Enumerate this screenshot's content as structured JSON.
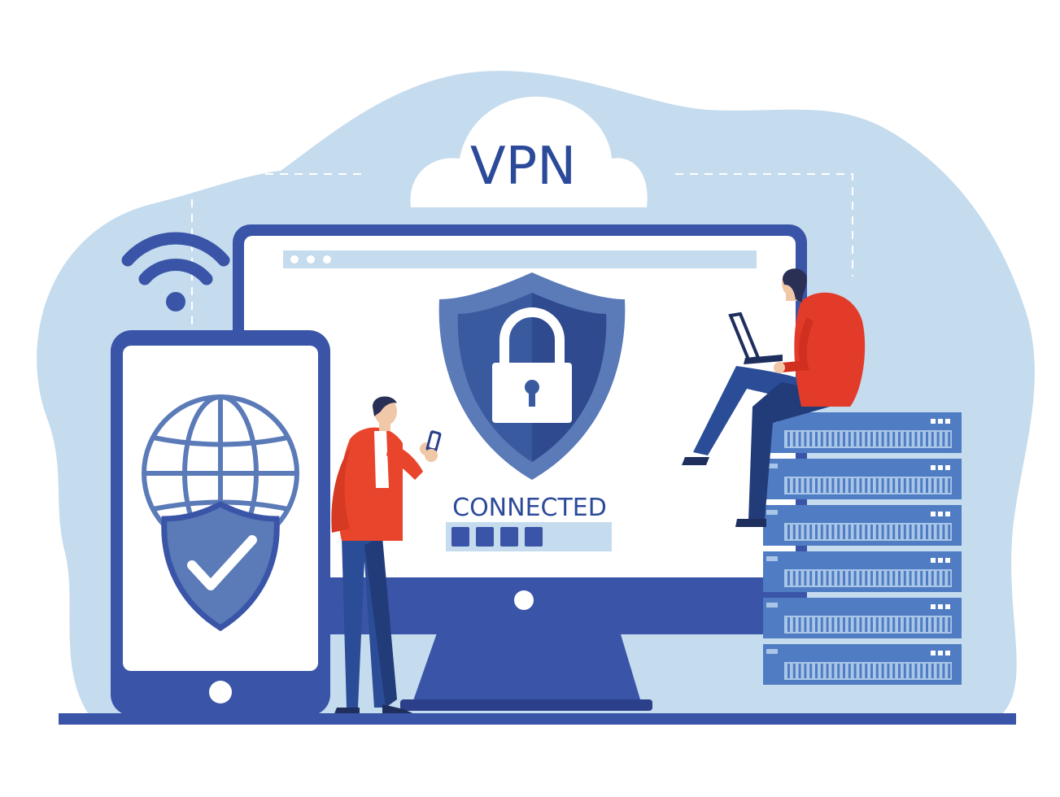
{
  "cloud_label": "VPN",
  "status": {
    "label": "CONNECTED",
    "progress": {
      "filled": 4
    }
  },
  "colors": {
    "background_blob": "#c5dbee",
    "primary_blue": "#3a55a8",
    "dark_blue": "#2c3f8a",
    "shield_blue": "#5a7ab8",
    "server_blue": "#4f7cc2",
    "server_vent": "#a9c6e8",
    "accent_red": "#e8452c",
    "jacket_red": "#e23b2a",
    "text_blue": "#2c4a9a",
    "screen_white": "#ffffff"
  },
  "icons": {
    "cloud": "cloud-icon",
    "wifi": "wifi-icon",
    "padlock": "padlock-icon",
    "globe": "globe-icon",
    "check": "checkmark-icon",
    "shield": "shield-icon"
  }
}
